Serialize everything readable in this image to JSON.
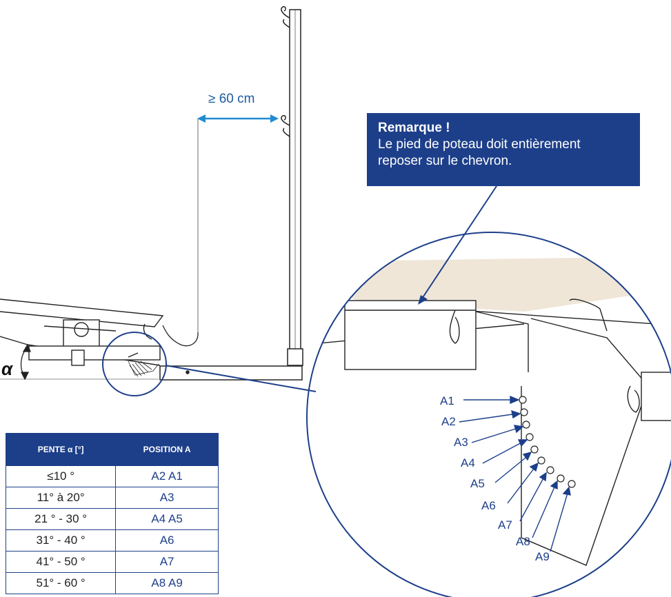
{
  "note": {
    "title": "Remarque !",
    "line1": "Le pied de poteau doit entièrement",
    "line2": "reposer sur le chevron."
  },
  "measurement": "≥ 60 cm",
  "angle_symbol": "α",
  "positions": [
    "A1",
    "A2",
    "A3",
    "A4",
    "A5",
    "A6",
    "A7",
    "A8",
    "A9"
  ],
  "table": {
    "headers": [
      "PENTE α [°]",
      "POSITION A"
    ],
    "rows": [
      [
        "≤10 °",
        "A2 A1"
      ],
      [
        "11° à 20°",
        "A3"
      ],
      [
        "21 ° - 30 °",
        "A4 A5"
      ],
      [
        "31° - 40 °",
        "A6"
      ],
      [
        "41° - 50 °",
        "A7"
      ],
      [
        "51° - 60 °",
        "A8 A9"
      ]
    ]
  },
  "colors": {
    "brand": "#1d3f8a",
    "accent": "#1d5ba3",
    "wood": "#efe6d8"
  }
}
